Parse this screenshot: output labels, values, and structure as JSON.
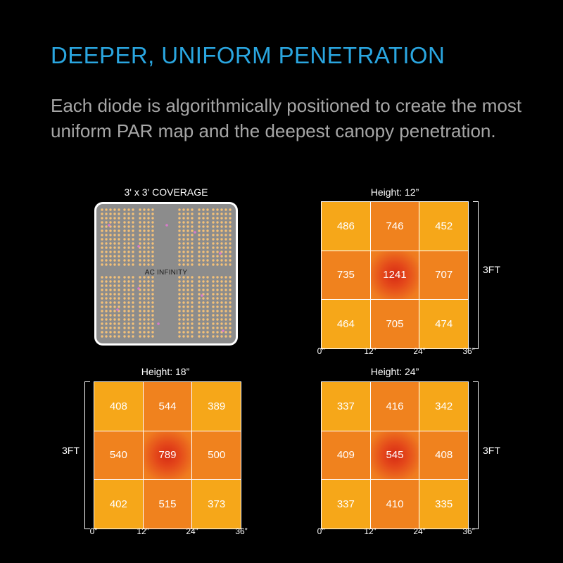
{
  "headline": "DEEPER, UNIFORM PENETRATION",
  "subtext": "Each diode is algorithmically positioned to create the most uniform PAR map and the deepest canopy penetration.",
  "coverage_label": "3' x 3' COVERAGE",
  "brand_label": "AC INFINITY",
  "colors": {
    "headline": "#2aa6e0",
    "edge": "#f6a719",
    "mid": "#f0821e",
    "core": "#d62a14"
  },
  "chart_data": [
    {
      "type": "heatmap",
      "title": "Height: 12”",
      "grid": [
        [
          486,
          746,
          452
        ],
        [
          735,
          1241,
          707
        ],
        [
          464,
          705,
          474
        ]
      ],
      "x_ticks": [
        "0”",
        "12”",
        "24”",
        "36”"
      ],
      "side_label": "3FT"
    },
    {
      "type": "heatmap",
      "title": "Height: 18”",
      "grid": [
        [
          408,
          544,
          389
        ],
        [
          540,
          789,
          500
        ],
        [
          402,
          515,
          373
        ]
      ],
      "x_ticks": [
        "0”",
        "12”",
        "24”",
        "36”"
      ],
      "side_label": "3FT"
    },
    {
      "type": "heatmap",
      "title": "Height: 24”",
      "grid": [
        [
          337,
          416,
          342
        ],
        [
          409,
          545,
          408
        ],
        [
          337,
          410,
          335
        ]
      ],
      "x_ticks": [
        "0”",
        "12”",
        "24”",
        "36”"
      ],
      "side_label": "3FT"
    }
  ]
}
